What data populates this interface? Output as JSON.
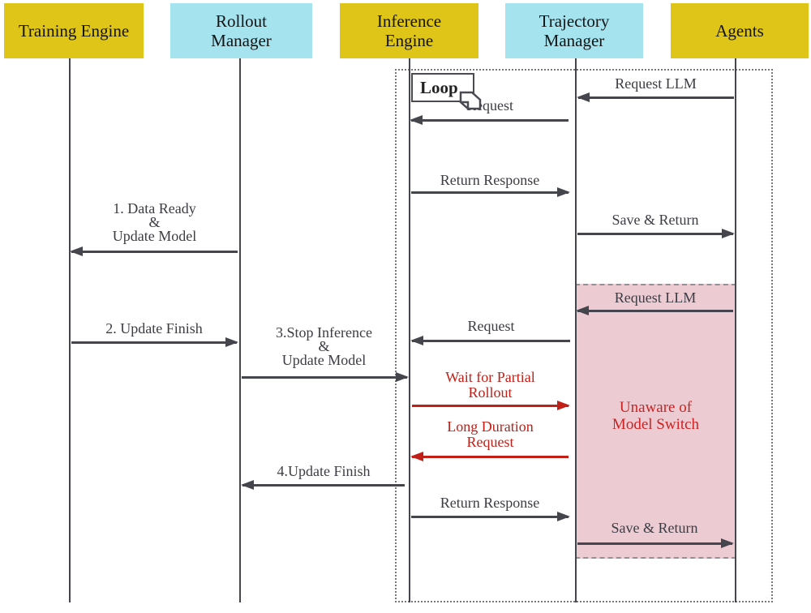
{
  "actors": [
    {
      "label": "Training Engine"
    },
    {
      "label": "Rollout Manager"
    },
    {
      "label": "Inference Engine"
    },
    {
      "label": "Trajectory Manager"
    },
    {
      "label": "Agents"
    }
  ],
  "loop": {
    "label": "Loop"
  },
  "messages": {
    "request_llm_1": "Request LLM",
    "request_1": "Request",
    "return_response_1": "Return Response",
    "save_return_1": "Save & Return",
    "data_ready_update_model": "1. Data Ready\n&\nUpdate Model",
    "update_finish_2": "2. Update Finish",
    "stop_inference_update_model": "3.Stop Inference\n&\nUpdate Model",
    "request_llm_2": "Request LLM",
    "request_2": "Request",
    "wait_for_partial_rollout": "Wait for Partial\nRollout",
    "long_duration_request": "Long Duration\nRequest",
    "update_finish_4": "4.Update Finish",
    "return_response_2": "Return Response",
    "save_return_2": "Save & Return"
  },
  "annotations": {
    "unaware_of_model_switch": "Unaware of\nModel Switch"
  },
  "colors": {
    "actor_yellow": "#dfc517",
    "actor_cyan": "#a5e3ef",
    "highlight_pink": "#ecccd2",
    "alert_red": "#c02018",
    "line_gray": "#45454e"
  }
}
